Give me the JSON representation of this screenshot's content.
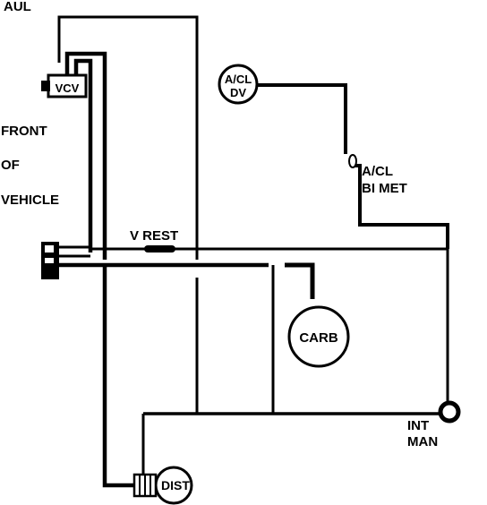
{
  "title": "AUL",
  "side_label": "FRONT\n\nOF\n\nVEHICLE",
  "components": {
    "vcv": "VCV",
    "acl_dv_line1": "A/CL",
    "acl_dv_line2": "DV",
    "acl_bimet_line1": "A/CL",
    "acl_bimet_line2": "BI MET",
    "v_rest": "V REST",
    "carb": "CARB",
    "int_man_line1": "INT",
    "int_man_line2": "MAN",
    "dist": "DIST"
  },
  "colors": {
    "line": "#000000",
    "background": "#ffffff"
  }
}
